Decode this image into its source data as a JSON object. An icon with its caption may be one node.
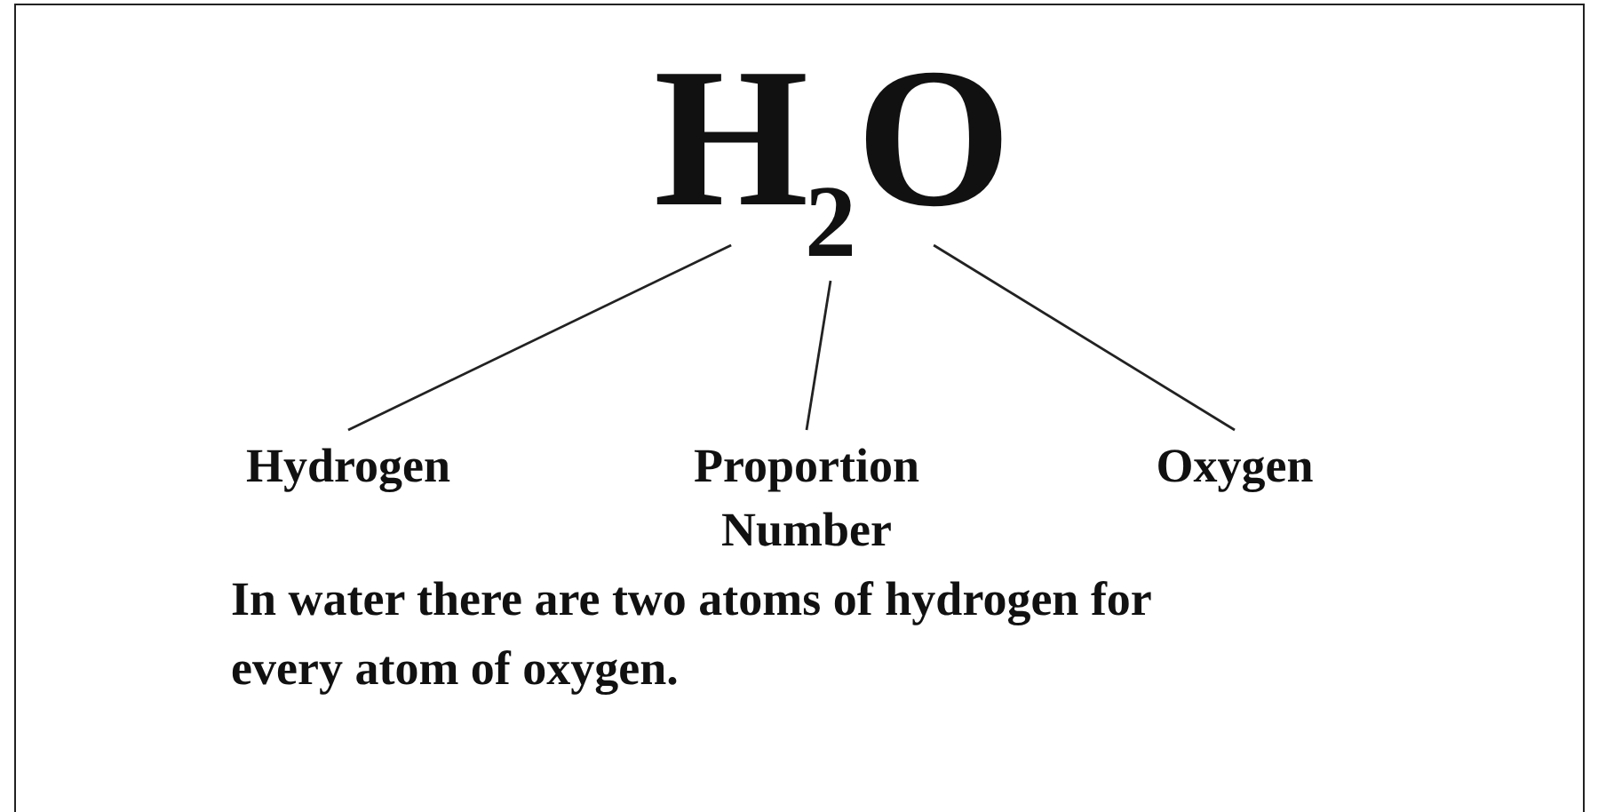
{
  "diagram": {
    "nodes": [
      {
        "text": [
          "H"
        ]
      },
      {
        "text": [
          "2"
        ]
      },
      {
        "text": [
          "O"
        ]
      },
      {
        "text": [
          "Hydrogen"
        ]
      },
      {
        "text": [
          "Proportion Number"
        ]
      },
      {
        "text": [
          "Oxygen"
        ]
      }
    ],
    "edges": [
      {
        "from": 3,
        "to": 0,
        "arrow": "none"
      },
      {
        "from": 4,
        "to": 1,
        "arrow": "none"
      },
      {
        "from": 5,
        "to": 2,
        "arrow": "none"
      }
    ],
    "labels": [
      "In water there are two atoms of hydrogen for every atom of oxygen."
    ]
  }
}
